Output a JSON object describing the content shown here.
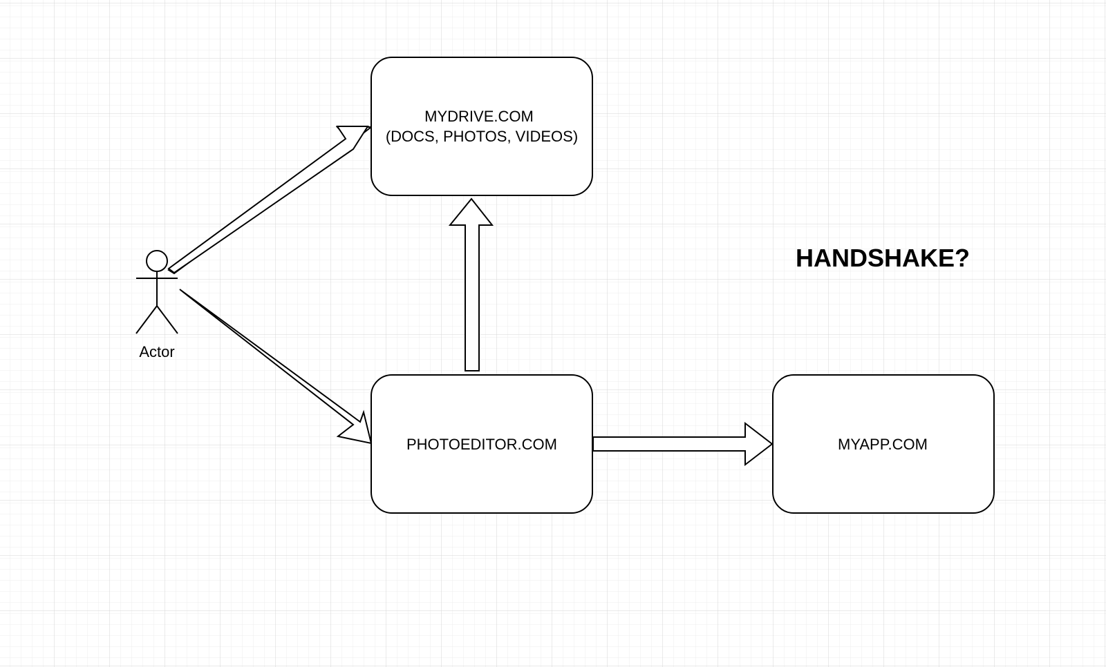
{
  "diagram": {
    "nodes": {
      "mydrive": {
        "line1": "MYDRIVE.COM",
        "line2": "(DOCS, PHOTOS, VIDEOS)"
      },
      "photoeditor": {
        "label": "PHOTOEDITOR.COM"
      },
      "myapp": {
        "label": "MYAPP.COM"
      }
    },
    "actor": {
      "label": "Actor"
    },
    "annotation": {
      "text": "HANDSHAKE?"
    }
  },
  "colors": {
    "grid_minor": "#ebebeb",
    "grid_major": "#d4d4d4",
    "stroke": "#000000",
    "fill": "#ffffff"
  }
}
